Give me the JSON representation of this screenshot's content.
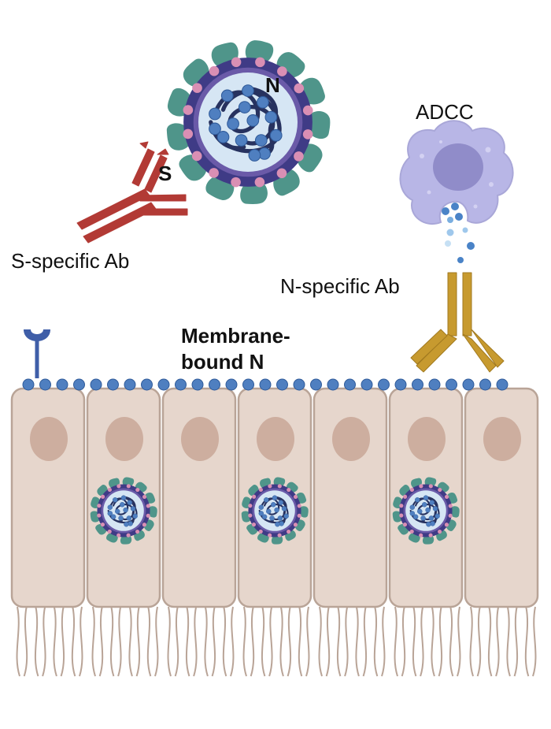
{
  "labels": {
    "n_marker": "N",
    "s_marker": "S",
    "s_antibody": "S-specific Ab",
    "adcc": "ADCC",
    "n_antibody": "N-specific Ab",
    "membrane_line1": "Membrane-",
    "membrane_line2": "bound N"
  },
  "colors": {
    "spike": "#4f958a",
    "envelope": "#3f3b86",
    "virion_core": "#d6e6f4",
    "rna": "#27325f",
    "n_protein": "#4f7fc0",
    "s_antibody": "#b23a35",
    "n_antibody": "#c79a2f",
    "cell_body": "#e6d6cc",
    "cell_border": "#b9a497",
    "nucleus": "#cdae9f",
    "effector_cell": "#b8b6e6",
    "receptor": "#3f5ea8"
  },
  "cells": {
    "count": 7,
    "infected": [
      2,
      4,
      6
    ]
  }
}
